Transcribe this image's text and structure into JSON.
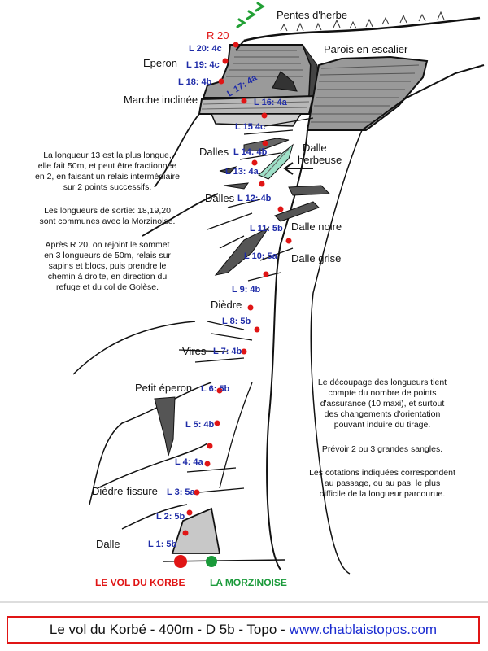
{
  "summit_relay_label": "R 20",
  "features": {
    "pentes_herbe": "Pentes d'herbe",
    "eperon": "Eperon",
    "parois_escalier": "Parois en escalier",
    "marche_inclinee": "Marche inclinée",
    "dalles_1": "Dalles",
    "dalle_herbeuse_1": "Dalle",
    "dalle_herbeuse_2": "herbeuse",
    "dalles_2": "Dalles",
    "dalle_noire": "Dalle noire",
    "dalle_grise": "Dalle grise",
    "diedre": "Dièdre",
    "vires": "Vires",
    "petit_eperon": "Petit éperon",
    "diedre_fissure": "Dièdre-fissure",
    "dalle": "Dalle"
  },
  "pitches": {
    "l1": "L 1: 5b",
    "l2": "L 2: 5b",
    "l3": "L 3: 5a",
    "l4": "L 4: 4a",
    "l5": "L 5: 4b",
    "l6": "L 6: 5b",
    "l7": "L 7: 4b",
    "l8": "L 8: 5b",
    "l9": "L 9: 4b",
    "l10": "L 10: 5a",
    "l11": "L 11: 5b",
    "l12": "L 12: 4b",
    "l13": "L 13: 4a",
    "l14": "L 14: 4b",
    "l15": "L 15 4c",
    "l16": "L 16: 4a",
    "l17": "L 17: 4a",
    "l18": "L 18: 4b",
    "l19": "L 19: 4c",
    "l20": "L 20: 4c"
  },
  "note_left": {
    "p1": [
      "La longueur 13 est la plus longue,",
      "elle fait 50m, et peut être fractionnée",
      "en 2, en faisant un relais intermédiaire",
      "sur 2 points successifs."
    ],
    "p2": [
      "Les longueurs de sortie: 18,19,20",
      "sont communes avec la Morzinoise."
    ],
    "p3": [
      "Après R 20, on rejoint le sommet",
      "en 3 longueurs de 50m, relais sur",
      "sapins et blocs, puis prendre le",
      "chemin à droite, en direction du",
      "refuge et du col de Golèse."
    ]
  },
  "note_right": {
    "p1": [
      "Le découpage des longueurs tient",
      "compte du nombre de points",
      "d'assurance (10 maxi), et surtout",
      "des changements d'orientation",
      "pouvant induire du tirage."
    ],
    "p2": [
      "Prévoir 2 ou 3 grandes sangles."
    ],
    "p3": [
      "Les cotations indiquées correspondent",
      "au passage, ou au pas, le plus",
      "difficile de la longueur parcourue."
    ]
  },
  "start_labels": {
    "vol_du_korbe": "LE VOL DU KORBE",
    "morzinoise": "LA MORZINOISE"
  },
  "colors": {
    "relay": "#e01515",
    "pitch_label": "#1f2ca8",
    "morzinoise": "#1a9a3a",
    "vol_du_korbe": "#e01515",
    "url": "#1a2bd0",
    "footer_border": "#e01515",
    "grass_arrow": "#22a035"
  },
  "footer": {
    "title": "Le vol du Korbé - 400m - D 5b - Topo -",
    "url": "www.chablaistopos.com"
  }
}
